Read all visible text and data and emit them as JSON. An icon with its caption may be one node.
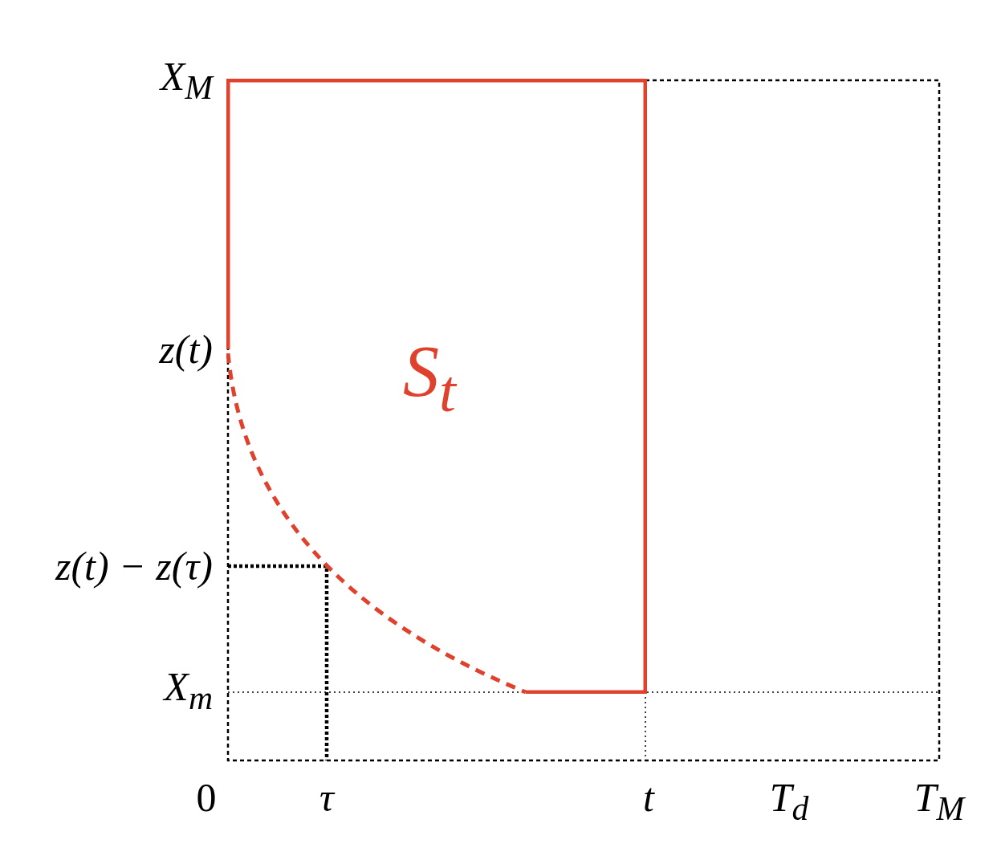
{
  "diagram": {
    "nodes": [
      {
        "text": [
          "S$_{t}$"
        ]
      }
    ],
    "labels": [
      "X$_{M}$",
      "z(t)",
      "z(t) − z(τ)",
      "X$_{m}$",
      "0",
      "τ",
      "t",
      "T$_{d}$",
      "T$_{M}$"
    ]
  }
}
